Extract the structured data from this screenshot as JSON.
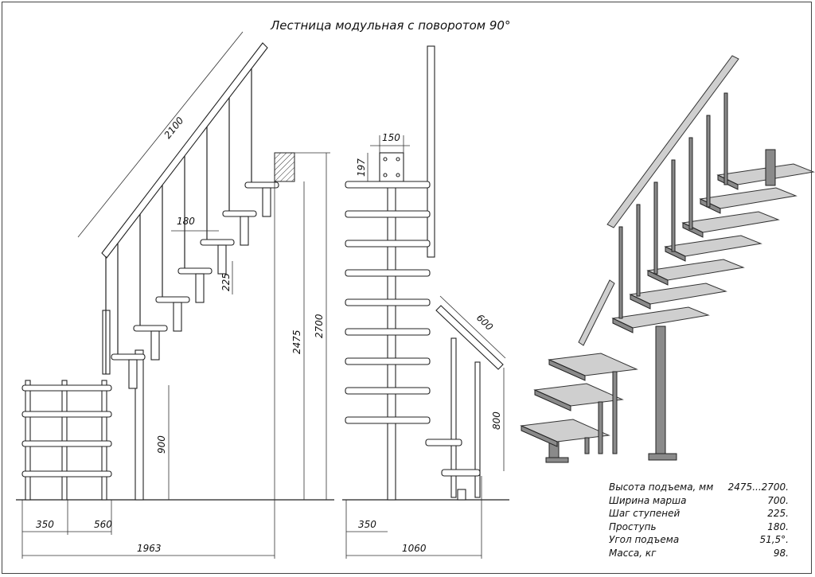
{
  "title": "Лестница модульная с поворотом 90°",
  "dimensions": {
    "rail_length": "2100",
    "tread_depth": "180",
    "step_height": "225",
    "height_min": "2475",
    "height_max": "2700",
    "landing_rail_height": "900",
    "landing_offset": "350",
    "landing_width": "560",
    "total_length": "1963",
    "plate_width": "150",
    "plate_height": "197",
    "lower_rail_length": "600",
    "lower_rail_height": "800",
    "front_offset": "350",
    "total_width": "1060"
  },
  "specs": [
    {
      "label": "Высота подъема, мм",
      "value": "2475...2700."
    },
    {
      "label": "Ширина марша",
      "value": "700."
    },
    {
      "label": "Шаг ступеней",
      "value": "225."
    },
    {
      "label": "Проступь",
      "value": "180."
    },
    {
      "label": "Угол подъема",
      "value": "51,5°."
    },
    {
      "label": "Масса, кг",
      "value": "98."
    }
  ]
}
